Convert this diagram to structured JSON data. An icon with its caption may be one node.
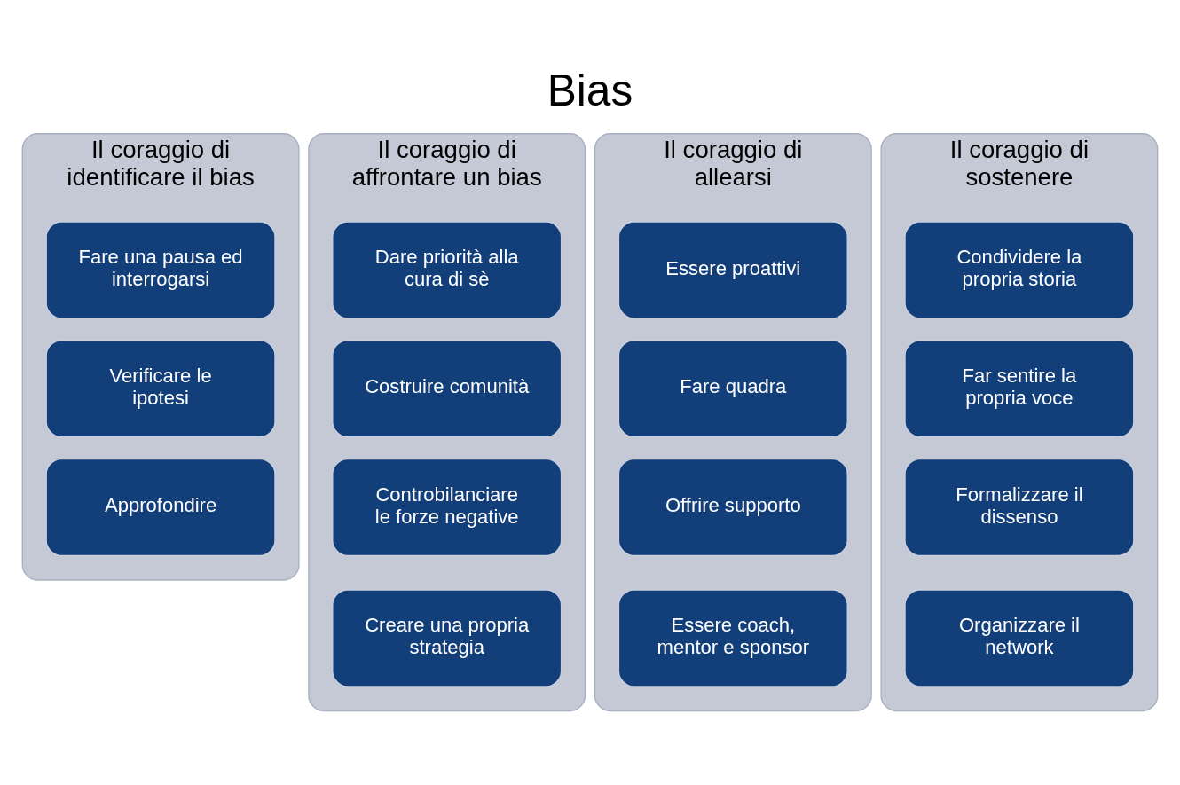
{
  "diagram": {
    "title": "Bias",
    "nodes": [
      {
        "text": [
          "Il coraggio di identificare il bias"
        ]
      },
      {
        "text": [
          "Fare una pausa ed interrogarsi"
        ],
        "in": 0
      },
      {
        "text": [
          "Verificare le ipotesi"
        ],
        "in": 0
      },
      {
        "text": [
          "Approfondire"
        ],
        "in": 0
      },
      {
        "text": [
          "Il coraggio di affrontare un bias"
        ]
      },
      {
        "text": [
          "Dare priorità alla cura di sè"
        ],
        "in": 4
      },
      {
        "text": [
          "Costruire comunità"
        ],
        "in": 4
      },
      {
        "text": [
          "Controbilanciare le forze negative"
        ],
        "in": 4
      },
      {
        "text": [
          "Creare una propria strategia"
        ],
        "in": 4
      },
      {
        "text": [
          "Il coraggio di allearsi"
        ]
      },
      {
        "text": [
          "Essere proattivi"
        ],
        "in": 9
      },
      {
        "text": [
          "Fare quadra"
        ],
        "in": 9
      },
      {
        "text": [
          "Offrire supporto"
        ],
        "in": 9
      },
      {
        "text": [
          "Essere coach, mentor e sponsor"
        ],
        "in": 9
      },
      {
        "text": [
          "Il coraggio di sostenere"
        ]
      },
      {
        "text": [
          "Condividere la propria storia"
        ],
        "in": 14
      },
      {
        "text": [
          "Far sentire la propria voce"
        ],
        "in": 14
      },
      {
        "text": [
          "Formalizzare il dissenso"
        ],
        "in": 14
      },
      {
        "text": [
          "Organizzare il network"
        ],
        "in": 14
      }
    ],
    "edges": []
  }
}
